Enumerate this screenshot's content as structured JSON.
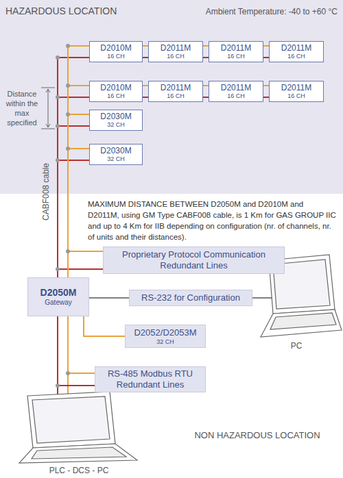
{
  "diagram": {
    "nodes": [
      {
        "text": [
          "D2010M",
          "16 CH"
        ]
      },
      {
        "text": [
          "D2011M",
          "16 CH"
        ]
      },
      {
        "text": [
          "D2011M",
          "16 CH"
        ]
      },
      {
        "text": [
          "D2011M",
          "16 CH"
        ]
      },
      {
        "text": [
          "D2010M",
          "16 CH"
        ]
      },
      {
        "text": [
          "D2011M",
          "16 CH"
        ]
      },
      {
        "text": [
          "D2011M",
          "16 CH"
        ]
      },
      {
        "text": [
          "D2011M",
          "16 CH"
        ]
      },
      {
        "text": [
          "D2030M",
          "32 CH"
        ]
      },
      {
        "text": [
          "D2030M",
          "32 CH"
        ]
      },
      {
        "text": [
          "Proprietary Protocol Communication Redundant Lines"
        ]
      },
      {
        "text": [
          "D2050M",
          "Gateway"
        ]
      },
      {
        "text": [
          "RS-232 for Configuration"
        ]
      },
      {
        "text": [
          "D2052/D2053M",
          "32 CH"
        ]
      },
      {
        "text": [
          "RS-485 Modbus RTU Redundant Lines"
        ]
      }
    ],
    "edges": [
      {
        "from": 11,
        "to": 0,
        "arrow": "none"
      },
      {
        "from": 0,
        "to": 1,
        "arrow": "none"
      },
      {
        "from": 1,
        "to": 2,
        "arrow": "none"
      },
      {
        "from": 2,
        "to": 3,
        "arrow": "none"
      },
      {
        "from": 11,
        "to": 4,
        "arrow": "none"
      },
      {
        "from": 4,
        "to": 5,
        "arrow": "none"
      },
      {
        "from": 5,
        "to": 6,
        "arrow": "none"
      },
      {
        "from": 6,
        "to": 7,
        "arrow": "none"
      },
      {
        "from": 11,
        "to": 8,
        "arrow": "none"
      },
      {
        "from": 11,
        "to": 9,
        "arrow": "none"
      },
      {
        "from": 11,
        "to": 10,
        "arrow": "none"
      },
      {
        "from": 11,
        "to": 12,
        "arrow": "none"
      },
      {
        "from": 11,
        "to": 13,
        "arrow": "none"
      },
      {
        "from": 11,
        "to": 14,
        "arrow": "none"
      }
    ],
    "labels": [
      "HAZARDOUS LOCATION",
      "Ambient Temperature: -40 to +60 °C",
      "Distance within the max specified",
      "CABF008 cable",
      "MAXIMUM DISTANCE BETWEEN D2050M and D2010M and D2011M, using GM Type CABF008 cable, is 1 Km for GAS GROUP IIC and up to 4 Km for IIB depending on configuration (nr. of channels, nr. of units and their distances).",
      "PC",
      "NON HAZARDOUS LOCATION",
      "PLC - DCS - PC"
    ]
  }
}
